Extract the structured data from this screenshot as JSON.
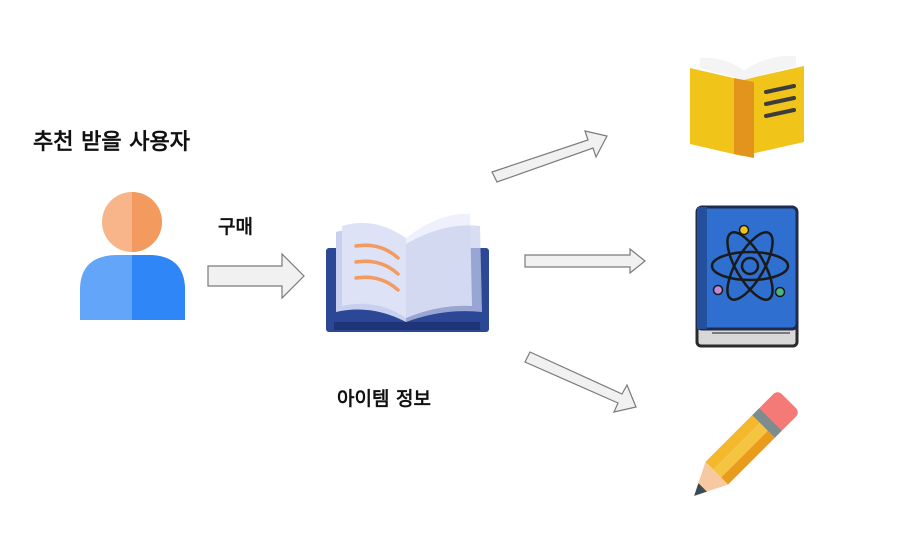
{
  "labels": {
    "recommended_user": "추천 받을 사용자",
    "purchase": "구매",
    "item_info": "아이템 정보"
  },
  "icons": {
    "user": "user-icon",
    "open_book": "open-book-icon",
    "yellow_book": "yellow-book-icon",
    "science_book": "science-book-icon",
    "pencil": "pencil-icon"
  },
  "colors": {
    "user_head": "#f6a46a",
    "user_body": "#2f86f6",
    "book_cover": "#2b4796",
    "yellow_book": "#f0c419",
    "science_book": "#2f6fd0",
    "pencil_body": "#f3b82b",
    "pencil_eraser": "#f47a78",
    "arrow_fill": "#f1f1f1",
    "arrow_stroke": "#7a7a7a"
  }
}
